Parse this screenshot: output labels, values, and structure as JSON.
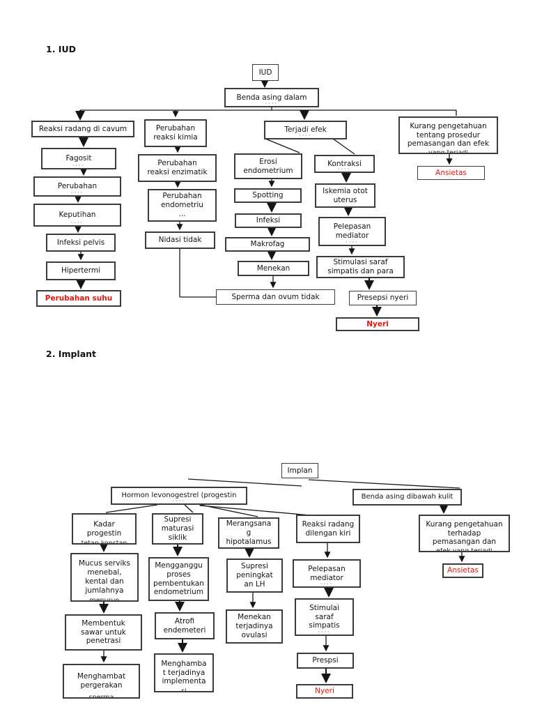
{
  "page": {
    "title1": "1. IUD",
    "title2": "2. Implant"
  },
  "colors": {
    "accent_red": "#e8130c",
    "box_border": "#3a3a3a",
    "line": "#151515",
    "background": "#ffffff"
  },
  "iud": {
    "nodes": {
      "iud": "IUD",
      "benda": "Benda asing dalam",
      "reaksi_radang": "Reaksi radang di cavum",
      "fagosit": "Fagosit",
      "perubahan": "Perubahan",
      "keputihan": "Keputihan",
      "infeksi_pelvis": "Infeksi pelvis",
      "hipertermi": "Hipertermi",
      "perubahan_suhu": "Perubahan suhu",
      "kimia": "Perubahan\nreaksi kimia",
      "enzimatik": "Perubahan\nreaksi enzimatik",
      "endometriu": "Perubahan\nendometriu\n...",
      "nidasi": "Nidasi tidak",
      "terjadi_efek": "Terjadi efek",
      "erosi": "Erosi\nendometrium",
      "spotting": "Spotting",
      "infeksi": "Infeksi",
      "makrofag": "Makrofag",
      "menekan": "Menekan",
      "sperma_ovum": "Sperma dan ovum tidak",
      "kontraksi": "Kontraksi",
      "iskemia": "Iskemia otot\nuterus",
      "pelepasan": "Pelepasan\nmediator",
      "stimulasi": "Stimulasi saraf\nsimpatis dan para",
      "presepsi": "Presepsi nyeri",
      "nyeri": "Nyeri",
      "kurang": "Kurang pengetahuan\ntentang prosedur\npemasangan dan efek",
      "ansietas": "Ansietas"
    },
    "clips": {
      "kurang": "yang terjadi"
    }
  },
  "implant": {
    "nodes": {
      "implan": "Implan",
      "hormon": "Hormon levonogestrel (progestin",
      "benda": "Benda asing dibawah kulit",
      "kadar": "Kadar\nprogestin",
      "mucus": "Mucus serviks\nmenebal,\nkental dan\njumlahnya",
      "membentuk": "Membentuk\nsawar untuk\npenetrasi",
      "menghambat_sperma": "Menghambat\npergerakan",
      "supresi_maturasi": "Supresi\nmaturasi\nsiklik",
      "mengganggu": "Mengganggu\nproses\npembentukan\nendometrium",
      "atrofi": "Atrofi\nendemeteri",
      "menghambat_implementasi": "Menghamba\nt terjadinya\nimplementa",
      "merangsang": "Merangsana\ng\nhipotalamus",
      "supresi_lh": "Supresi\npeningkat\nan LH",
      "menekan_ovulasi": "Menekan\nterjadinya\novulasi",
      "reaksi_radang": "Reaksi radang\ndilengan kiri",
      "pelepasan": "Pelepasan\nmediator",
      "stimulai": "Stimulai\nsaraf\nsimpatis",
      "prespsi": "Prespsi",
      "nyeri": "Nyeri",
      "kurang": "Kurang pengetahuan\nterhadap\npemasangan dan",
      "ansietas": "Ansietas"
    },
    "clips": {
      "kurang": "efek yang terjadi",
      "kadar": "tetap konstan",
      "mucus": "menurun",
      "menghambat_sperma": "sperma",
      "menghambat_implementasi": "si"
    }
  }
}
